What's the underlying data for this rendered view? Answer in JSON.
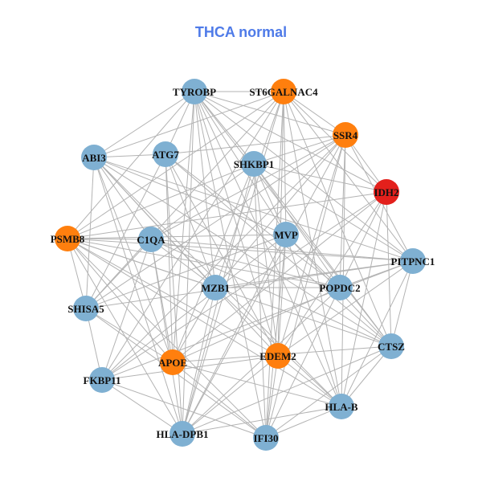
{
  "title": "THCA normal",
  "colors": {
    "blue": "#7fb0d2",
    "orange": "#ff7f0e",
    "red": "#e3201c",
    "edge": "#b3b3b3"
  },
  "nodes": [
    {
      "id": "TYROBP",
      "color": "blue"
    },
    {
      "id": "ST6GALNAC4",
      "color": "orange"
    },
    {
      "id": "SSR4",
      "color": "orange"
    },
    {
      "id": "ABI3",
      "color": "blue"
    },
    {
      "id": "ATG7",
      "color": "blue"
    },
    {
      "id": "SHKBP1",
      "color": "blue"
    },
    {
      "id": "IDH2",
      "color": "red"
    },
    {
      "id": "PSMB8",
      "color": "orange"
    },
    {
      "id": "C1QA",
      "color": "blue"
    },
    {
      "id": "MVP",
      "color": "blue"
    },
    {
      "id": "PITPNC1",
      "color": "blue"
    },
    {
      "id": "MZB1",
      "color": "blue"
    },
    {
      "id": "POPDC2",
      "color": "blue"
    },
    {
      "id": "SHISA5",
      "color": "blue"
    },
    {
      "id": "CTSZ",
      "color": "blue"
    },
    {
      "id": "APOE",
      "color": "orange"
    },
    {
      "id": "EDEM2",
      "color": "orange"
    },
    {
      "id": "FKBP11",
      "color": "blue"
    },
    {
      "id": "HLA-B",
      "color": "blue"
    },
    {
      "id": "HLA-DPB1",
      "color": "blue"
    },
    {
      "id": "IFI30",
      "color": "blue"
    }
  ]
}
